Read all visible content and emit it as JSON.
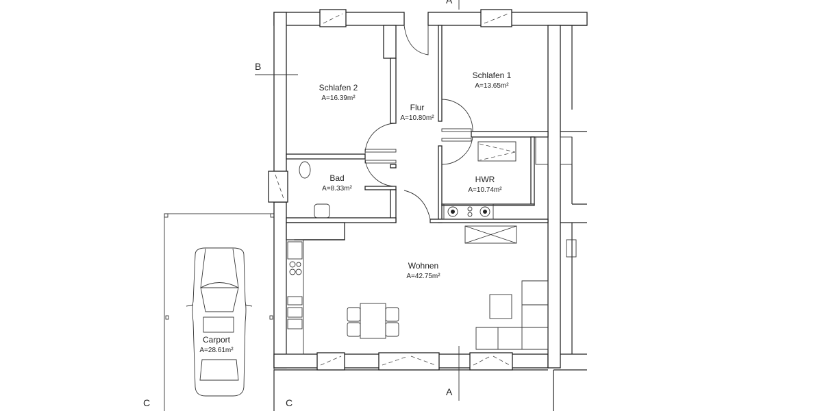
{
  "rooms": [
    {
      "name": "Schlafen 2",
      "area": "A=16.39m²"
    },
    {
      "name": "Schlafen 1",
      "area": "A=13.65m²"
    },
    {
      "name": "Flur",
      "area": "A=10.80m²"
    },
    {
      "name": "Bad",
      "area": "A=8.33m²"
    },
    {
      "name": "HWR",
      "area": "A=10.74m²"
    },
    {
      "name": "Wohnen",
      "area": "A=42.75m²"
    },
    {
      "name": "Carport",
      "area": "A=28.61m²"
    }
  ],
  "section_marks": {
    "a_top": "A",
    "a_bottom": "A",
    "b": "B",
    "c_left": "C",
    "c_right": "C"
  },
  "line_color": "#222222"
}
